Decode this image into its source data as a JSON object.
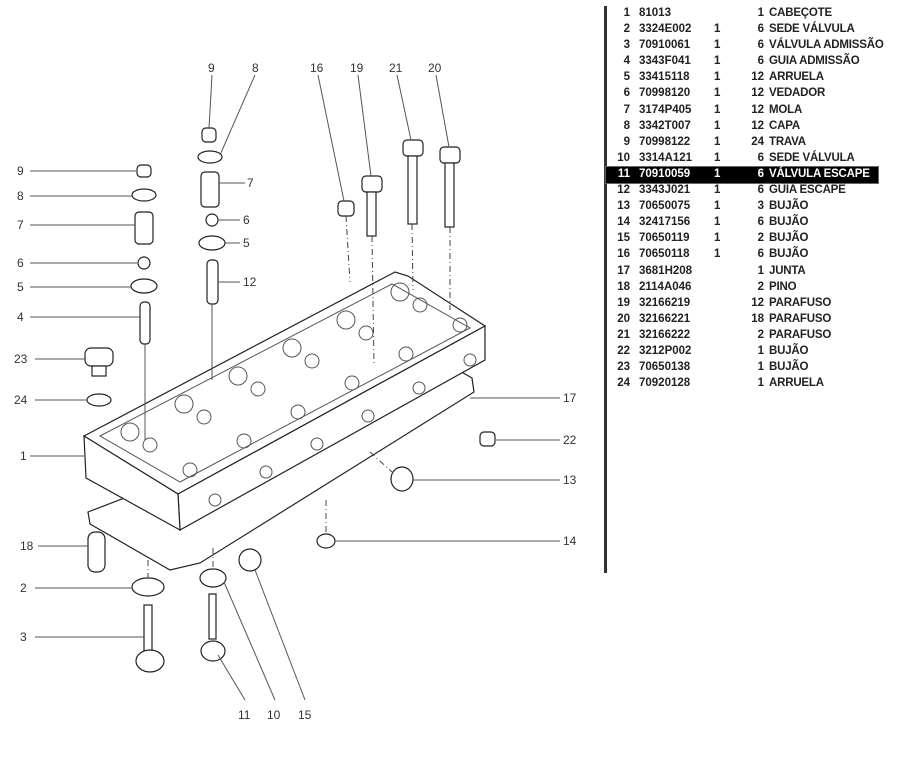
{
  "diagram": {
    "callouts": [
      "9",
      "8",
      "7",
      "6",
      "5",
      "4",
      "23",
      "24",
      "1",
      "18",
      "2",
      "3",
      "9",
      "8",
      "7",
      "6",
      "5",
      "12",
      "16",
      "19",
      "21",
      "20",
      "17",
      "22",
      "13",
      "14",
      "11",
      "10",
      "15"
    ]
  },
  "parts_list": {
    "selected_index": 10,
    "rows": [
      {
        "num": "1",
        "code": "81013",
        "a": "",
        "qty": "1",
        "desc": "CABEÇOTE"
      },
      {
        "num": "2",
        "code": "3324E002",
        "a": "1",
        "qty": "6",
        "desc": "SEDE VÁLVULA"
      },
      {
        "num": "3",
        "code": "70910061",
        "a": "1",
        "qty": "6",
        "desc": "VÁLVULA ADMISSÃO"
      },
      {
        "num": "4",
        "code": "3343F041",
        "a": "1",
        "qty": "6",
        "desc": "GUIA ADMISSÃO"
      },
      {
        "num": "5",
        "code": "33415118",
        "a": "1",
        "qty": "12",
        "desc": "ARRUELA"
      },
      {
        "num": "6",
        "code": "70998120",
        "a": "1",
        "qty": "12",
        "desc": "VEDADOR"
      },
      {
        "num": "7",
        "code": "3174P405",
        "a": "1",
        "qty": "12",
        "desc": "MOLA"
      },
      {
        "num": "8",
        "code": "3342T007",
        "a": "1",
        "qty": "12",
        "desc": "CAPA"
      },
      {
        "num": "9",
        "code": "70998122",
        "a": "1",
        "qty": "24",
        "desc": "TRAVA"
      },
      {
        "num": "10",
        "code": "3314A121",
        "a": "1",
        "qty": "6",
        "desc": "SEDE VÁLVULA"
      },
      {
        "num": "11",
        "code": "70910059",
        "a": "1",
        "qty": "6",
        "desc": "VÁLVULA ESCAPE"
      },
      {
        "num": "12",
        "code": "3343J021",
        "a": "1",
        "qty": "6",
        "desc": "GUIA ESCAPE"
      },
      {
        "num": "13",
        "code": "70650075",
        "a": "1",
        "qty": "3",
        "desc": "BUJÃO"
      },
      {
        "num": "14",
        "code": "32417156",
        "a": "1",
        "qty": "6",
        "desc": "BUJÃO"
      },
      {
        "num": "15",
        "code": "70650119",
        "a": "1",
        "qty": "2",
        "desc": "BUJÃO"
      },
      {
        "num": "16",
        "code": "70650118",
        "a": "1",
        "qty": "6",
        "desc": "BUJÃO"
      },
      {
        "num": "17",
        "code": "3681H208",
        "a": "",
        "qty": "1",
        "desc": "JUNTA"
      },
      {
        "num": "18",
        "code": "2114A046",
        "a": "",
        "qty": "2",
        "desc": "PINO"
      },
      {
        "num": "19",
        "code": "32166219",
        "a": "",
        "qty": "12",
        "desc": "PARAFUSO"
      },
      {
        "num": "20",
        "code": "32166221",
        "a": "",
        "qty": "18",
        "desc": "PARAFUSO"
      },
      {
        "num": "21",
        "code": "32166222",
        "a": "",
        "qty": "2",
        "desc": "PARAFUSO"
      },
      {
        "num": "22",
        "code": "3212P002",
        "a": "",
        "qty": "1",
        "desc": "BUJÃO"
      },
      {
        "num": "23",
        "code": "70650138",
        "a": "",
        "qty": "1",
        "desc": "BUJÃO"
      },
      {
        "num": "24",
        "code": "70920128",
        "a": "",
        "qty": "1",
        "desc": "ARRUELA"
      }
    ]
  }
}
